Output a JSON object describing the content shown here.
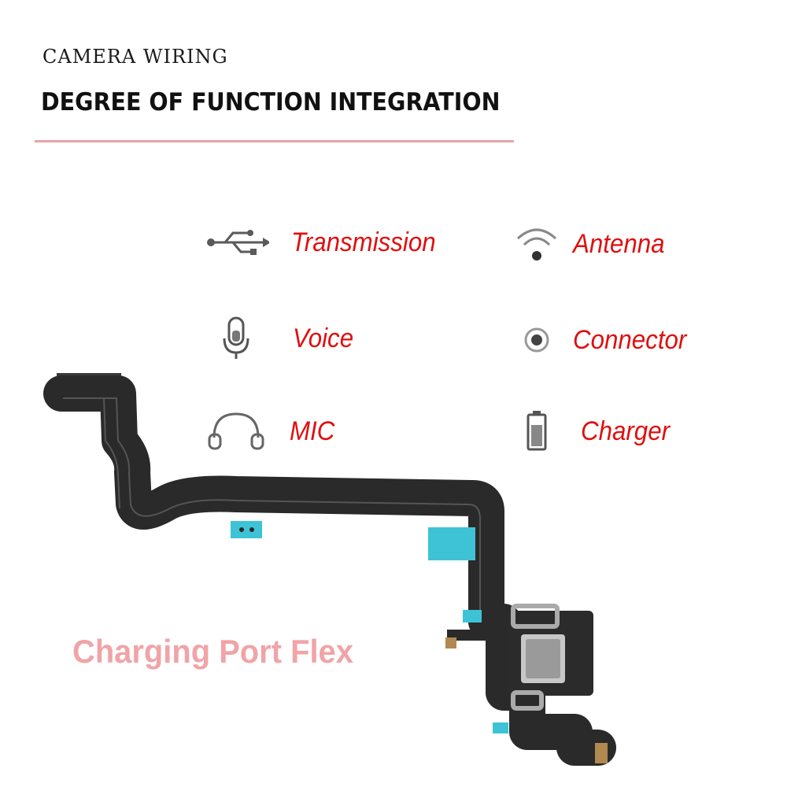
{
  "header": {
    "kicker": "CAMERA WIRING",
    "title": "DEGREE OF FUNCTION INTEGRATION",
    "rule_color": "#e8a3a9"
  },
  "features": [
    {
      "label": "Transmission",
      "icon": "usb-icon"
    },
    {
      "label": "Antenna",
      "icon": "wifi-icon"
    },
    {
      "label": "Voice",
      "icon": "microphone-icon"
    },
    {
      "label": "Connector",
      "icon": "connector-icon"
    },
    {
      "label": "MIC",
      "icon": "headphones-icon"
    },
    {
      "label": "Charger",
      "icon": "battery-icon"
    }
  ],
  "label_color": "#e00f0f",
  "photo": {
    "caption": "Charging Port Flex",
    "caption_color": "#f0a4a7",
    "cable_color": "#2a2a2a",
    "tab_color": "#3ec3d6"
  }
}
